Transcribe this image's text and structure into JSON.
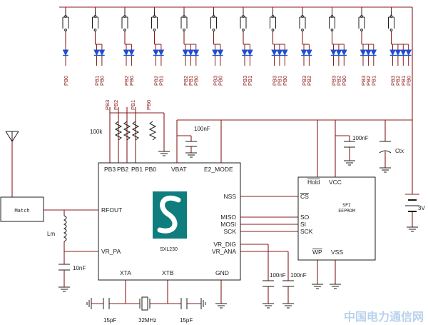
{
  "colors": {
    "wire": "#8a1c1c",
    "diode": "#1f4fd1",
    "outline": "#1c1c1c",
    "logo_bg": "#0f7d7d",
    "watermark": "#b8d2ec"
  },
  "chip": {
    "pins_top": [
      "PB3",
      "PB2",
      "PB1",
      "PB0",
      "VBAT",
      "E2_MODE"
    ],
    "pins_left": [
      "RFOUT",
      "VR_PA"
    ],
    "pins_right": [
      "NSS",
      "MISO",
      "MOSI",
      "SCK",
      "VR_DIG",
      "VR_ANA"
    ],
    "pins_bottom": [
      "XTA",
      "XTB",
      "GND"
    ],
    "part": "SXL230"
  },
  "eeprom": {
    "pins": [
      "Hold",
      "VCC",
      "CS",
      "SO",
      "SI",
      "SCK",
      "WP",
      "VSS"
    ],
    "title": [
      "SPI",
      "EEPROM"
    ]
  },
  "labels": {
    "match": "Match",
    "inductor": "Lm",
    "pullups": "100k",
    "crystal": "32MHz",
    "battery": "3V",
    "ctx": "Ctx",
    "pa_cap": "10nF",
    "vbat_cap": "100nF",
    "vcc_cap": "100nF",
    "vdig_cap": "100nF",
    "vana_cap": "100nF",
    "xta_cap": "15pF",
    "xtb_cap": "15pF"
  },
  "pullup_labels": [
    "PB3",
    "PB2",
    "PB1",
    "PB0"
  ],
  "keypad_labels": [
    [
      "PB0"
    ],
    [
      "PB1",
      "PB0"
    ],
    [
      "PB2",
      "PB0"
    ],
    [
      "PB2",
      "PB1"
    ],
    [
      "PB2",
      "PB1",
      "PB0"
    ],
    [
      "PB3",
      "PB0"
    ],
    [
      "PB3",
      "PB1"
    ],
    [
      "PB3",
      "PB1",
      "PB0"
    ],
    [
      "PB3",
      "PB2"
    ],
    [
      "PB3",
      "PB2",
      "PB0"
    ],
    [
      "PB3",
      "PB2",
      "PB1"
    ],
    [
      "PB3",
      "PB2",
      "PB1",
      "PB0"
    ]
  ],
  "watermark": "中国电力通信网"
}
